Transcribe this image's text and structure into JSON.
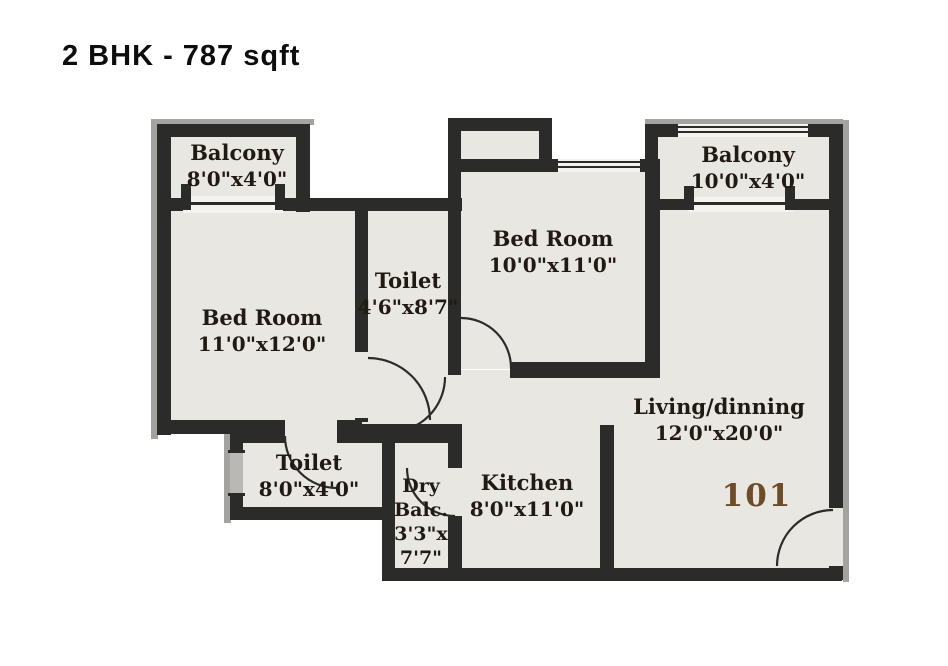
{
  "title": "2 BHK - 787 sqft",
  "unit_number": "101",
  "colors": {
    "wall": "#2b2b29",
    "floor": "#e9e7e2",
    "text": "#211a12",
    "unit_accent": "#6d4c28"
  },
  "rooms": {
    "balcony_left": {
      "name": "Balcony",
      "dims": "8'0\"x4'0\""
    },
    "bed_room_left": {
      "name": "Bed Room",
      "dims": "11'0\"x12'0\""
    },
    "toilet_mid": {
      "name": "Toilet",
      "dims": "4'6\"x8'7\""
    },
    "bed_room_mid": {
      "name": "Bed Room",
      "dims": "10'0\"x11'0\""
    },
    "balcony_right": {
      "name": "Balcony",
      "dims": "10'0\"x4'0\""
    },
    "living": {
      "name": "Living/dinning",
      "dims": "12'0\"x20'0\""
    },
    "toilet_bottom": {
      "name": "Toilet",
      "dims": "8'0\"x4'0\""
    },
    "dry_balcony": {
      "name": "Dry",
      "name2": "Balc.",
      "dims": "3'3\"x",
      "dims2": "7'7\""
    },
    "kitchen": {
      "name": "Kitchen",
      "dims": "8'0\"x11'0\""
    }
  }
}
